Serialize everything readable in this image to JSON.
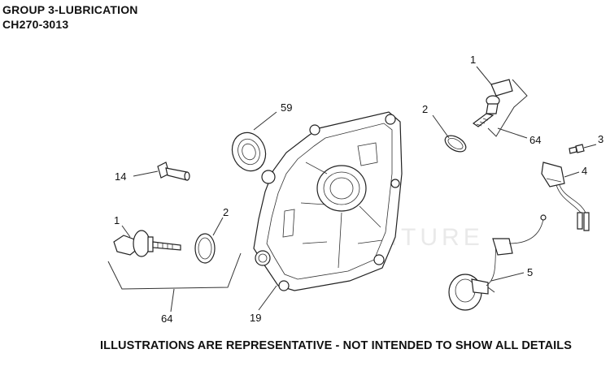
{
  "header": {
    "group": "GROUP 3-LUBRICATION",
    "model": "CH270-3013"
  },
  "footer": "ILLUSTRATIONS ARE REPRESENTATIVE - NOT INTENDED TO SHOW ALL DETAILS",
  "watermark": "LEADVENTURE",
  "callouts": {
    "c1_top": "1",
    "c2_top": "2",
    "c64_top": "64",
    "c3": "3",
    "c4": "4",
    "c5": "5",
    "c59": "59",
    "c14": "14",
    "c1_left": "1",
    "c2_left": "2",
    "c64_bottom": "64",
    "c19": "19"
  },
  "colors": {
    "ink": "#111111",
    "watermark": "#e9e9e9",
    "background": "#ffffff"
  }
}
